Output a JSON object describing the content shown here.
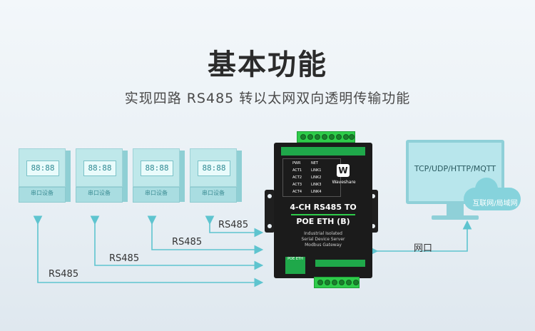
{
  "title": "基本功能",
  "subtitle": "实现四路 RS485 转以太网双向透明传输功能",
  "meters": [
    {
      "display": "88:88",
      "label": "串口设备"
    },
    {
      "display": "88:88",
      "label": "串口设备"
    },
    {
      "display": "88:88",
      "label": "串口设备"
    },
    {
      "display": "88:88",
      "label": "串口设备"
    }
  ],
  "wires": [
    "RS485",
    "RS485",
    "RS485",
    "RS485"
  ],
  "device": {
    "indicators_left": [
      "PWR",
      "ACT1",
      "ACT2",
      "ACT3",
      "ACT4"
    ],
    "indicators_right": [
      "NET",
      "LINK1",
      "LINK2",
      "LINK3",
      "LINK4"
    ],
    "brand": "Waveshare",
    "name_line1": "4-CH RS485 TO",
    "name_line2": "POE ETH (B)",
    "desc": [
      "Industrial Isolated",
      "Serial Device Server",
      "Modbus Gateway"
    ],
    "port_label": "POE ETH"
  },
  "network_label": "网口",
  "monitor_text": "TCP/UDP/HTTP/MQTT",
  "cloud_text": "互联网/局域网",
  "colors": {
    "line": "#5ec4cf",
    "device": "#1b1b1b",
    "terminal": "#2ecc4a"
  }
}
